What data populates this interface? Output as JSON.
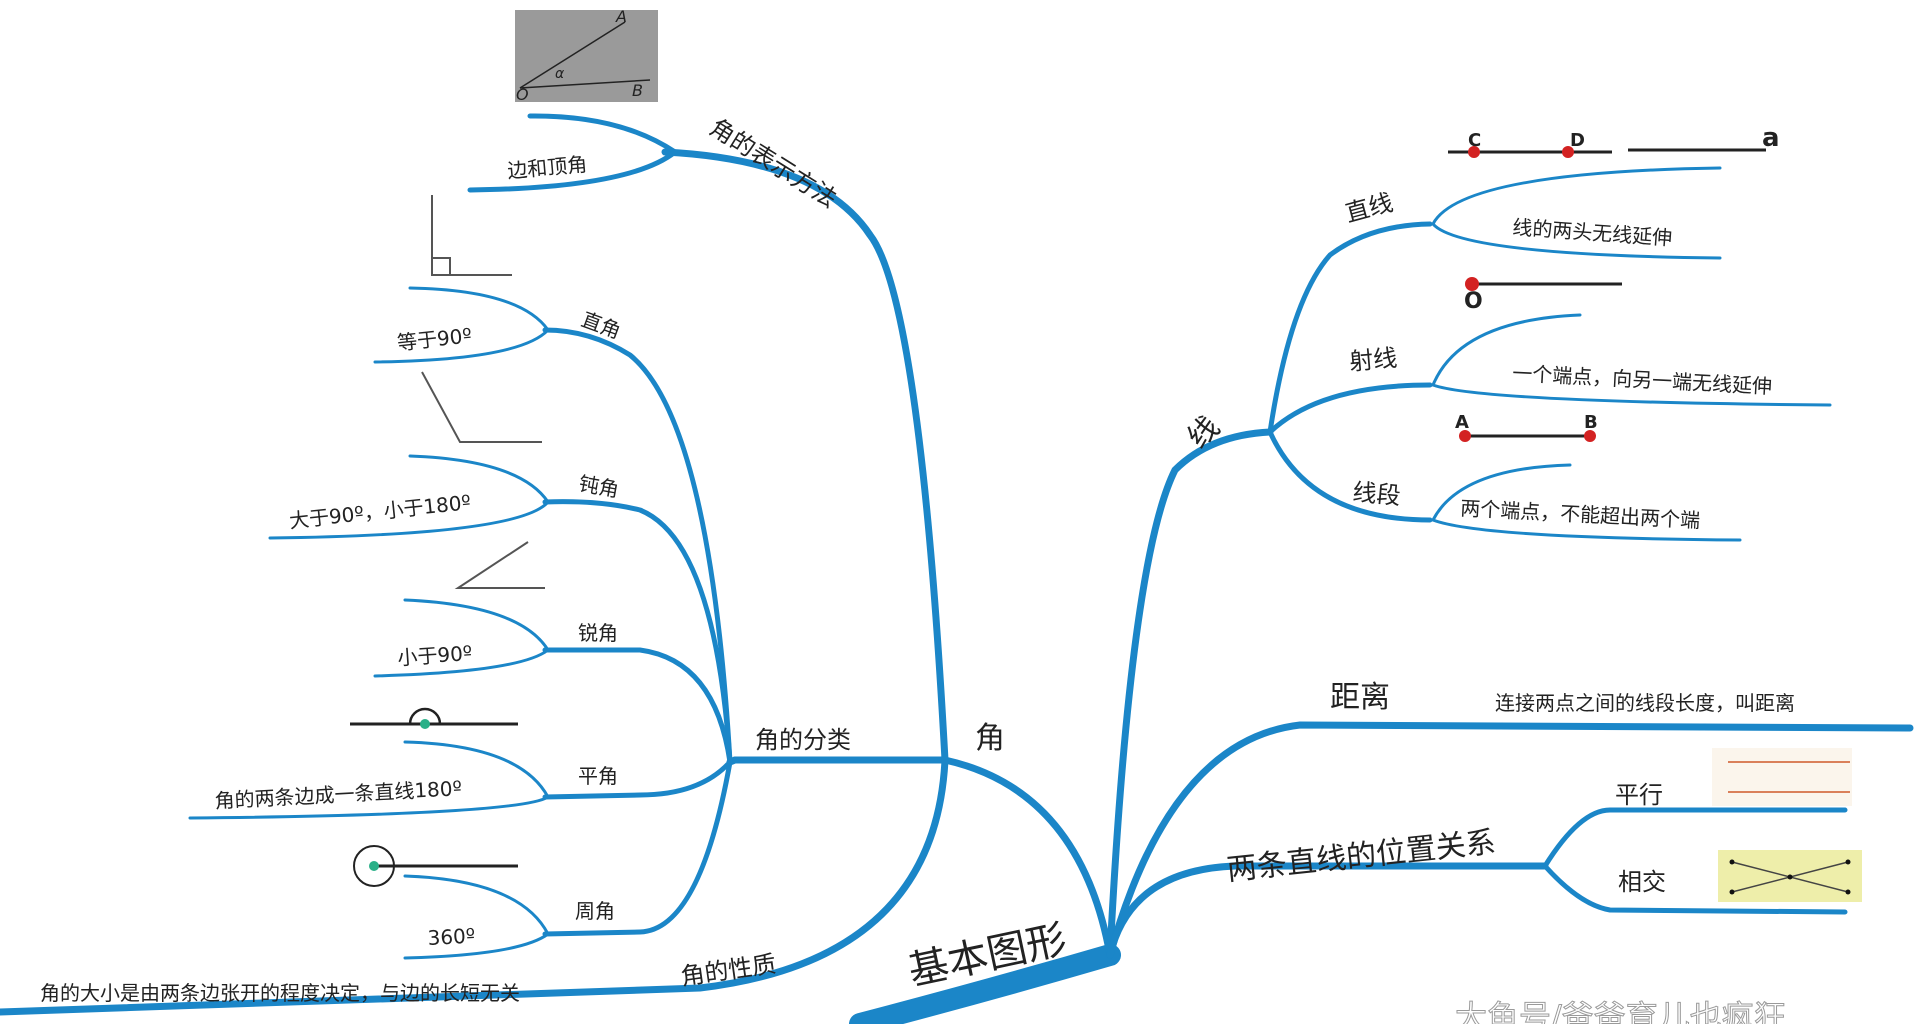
{
  "root": {
    "label": "基本图形"
  },
  "angle": {
    "label": "角",
    "notation": {
      "label": "角的表示方法",
      "leaf": "边和顶角",
      "photo_labels": [
        "A",
        "O",
        "α",
        "B"
      ]
    },
    "classification": {
      "label": "角的分类",
      "types": [
        {
          "label": "直角",
          "desc": "等于90º"
        },
        {
          "label": "钝角",
          "desc": "大于90º，小于180º"
        },
        {
          "label": "锐角",
          "desc": "小于90º"
        },
        {
          "label": "平角",
          "desc": "角的两条边成一条直线180º"
        },
        {
          "label": "周角",
          "desc": "360º"
        }
      ]
    },
    "property": {
      "label": "角的性质",
      "desc": "角的大小是由两条边张开的程度决定，与边的长短无关"
    }
  },
  "line": {
    "label": "线",
    "items": [
      {
        "label": "直线",
        "desc": "线的两头无线延伸",
        "fig_labels": [
          "C",
          "D",
          "a"
        ]
      },
      {
        "label": "射线",
        "desc": "一个端点，向另一端无线延伸",
        "fig_labels": [
          "O"
        ]
      },
      {
        "label": "线段",
        "desc": "两个端点，不能超出两个端",
        "fig_labels": [
          "A",
          "B"
        ]
      }
    ]
  },
  "distance": {
    "label": "距离",
    "desc": "连接两点之间的线段长度，叫距离"
  },
  "relation": {
    "label": "两条直线的位置关系",
    "items": [
      {
        "label": "平行"
      },
      {
        "label": "相交"
      }
    ]
  },
  "watermark": "大鱼号/爸爸育儿也疯狂",
  "colors": {
    "branch": "#1b86c8",
    "point": "#d32222",
    "vertex_dot": "#2ab088",
    "intersect_bg": "#eeeeaa"
  }
}
